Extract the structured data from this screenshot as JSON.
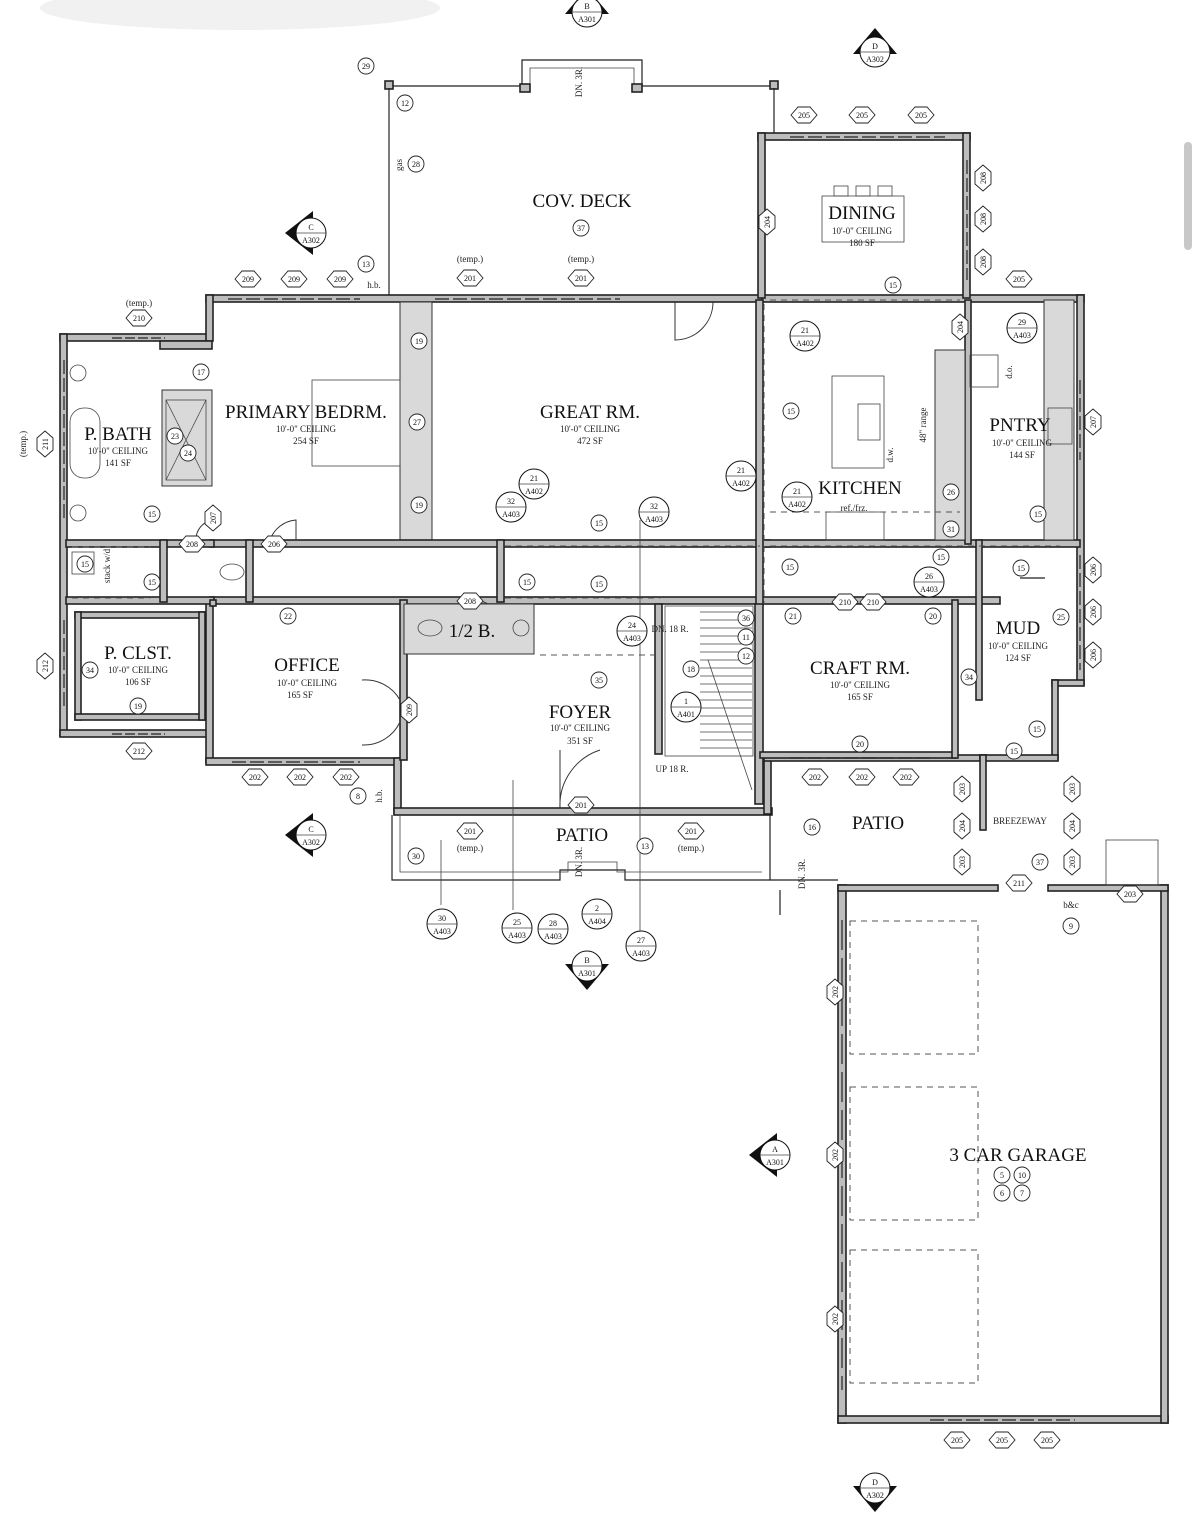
{
  "rooms": {
    "cov_deck": {
      "name": "COV. DECK",
      "tag": "37"
    },
    "dining": {
      "name": "DINING",
      "ceiling": "10'-0\" CEILING",
      "area": "180 SF"
    },
    "primary_bedrm": {
      "name": "PRIMARY BEDRM.",
      "ceiling": "10'-0\" CEILING",
      "area": "254 SF"
    },
    "great_rm": {
      "name": "GREAT RM.",
      "ceiling": "10'-0\" CEILING",
      "area": "472 SF"
    },
    "p_bath": {
      "name": "P. BATH",
      "ceiling": "10'-0\" CEILING",
      "area": "141 SF"
    },
    "kitchen": {
      "name": "KITCHEN"
    },
    "pntry": {
      "name": "PNTRY",
      "ceiling": "10'-0\" CEILING",
      "area": "144 SF"
    },
    "half_bath": {
      "name": "1/2 B."
    },
    "p_clst": {
      "name": "P. CLST.",
      "ceiling": "10'-0\" CEILING",
      "area": "106 SF"
    },
    "office": {
      "name": "OFFICE",
      "ceiling": "10'-0\" CEILING",
      "area": "165 SF"
    },
    "foyer": {
      "name": "FOYER",
      "ceiling": "10'-0\" CEILING",
      "area": "351 SF"
    },
    "craft_rm": {
      "name": "CRAFT RM.",
      "ceiling": "10'-0\" CEILING",
      "area": "165 SF"
    },
    "mud": {
      "name": "MUD",
      "ceiling": "10'-0\" CEILING",
      "area": "124 SF"
    },
    "patio_front": {
      "name": "PATIO"
    },
    "patio_side": {
      "name": "PATIO"
    },
    "breezeway": {
      "name": "BREEZEWAY"
    },
    "garage": {
      "name": "3 CAR GARAGE"
    }
  },
  "notes": {
    "dn_deck": "DN. 3R.",
    "dn_stair": "DN. 18 R.",
    "up_stair": "UP 18 R.",
    "dn_front": "DN. 3R.",
    "dn_patio": "DN. 3R.",
    "hb_top": "h.b.",
    "hb_bottom": "h.b.",
    "temp_1": "(temp.)",
    "temp_2": "(temp.)",
    "temp_3": "(temp.)",
    "temp_4": "(temp.)",
    "temp_5": "(temp.)",
    "temp_6": "(temp.)",
    "stack_wd": "stack w/d",
    "ref_frz": "ref./frz.",
    "range": "48\" range",
    "dw_kitchen": "d.w.",
    "dw_pantry": "d.o.",
    "bc": "b&c",
    "gas": "gas"
  },
  "section_marks": [
    {
      "letter": "B",
      "sheet": "A301"
    },
    {
      "letter": "D",
      "sheet": "A302"
    },
    {
      "letter": "C",
      "sheet": "A302"
    },
    {
      "letter": "C",
      "sheet": "A302"
    },
    {
      "letter": "B",
      "sheet": "A301"
    },
    {
      "letter": "A",
      "sheet": "A301"
    },
    {
      "letter": "D",
      "sheet": "A302"
    }
  ],
  "detail_marks": [
    {
      "num": "21",
      "sheet": "A402"
    },
    {
      "num": "29",
      "sheet": "A403"
    },
    {
      "num": "21",
      "sheet": "A402"
    },
    {
      "num": "32",
      "sheet": "A403"
    },
    {
      "num": "32",
      "sheet": "A403"
    },
    {
      "num": "21",
      "sheet": "A402"
    },
    {
      "num": "21",
      "sheet": "A402"
    },
    {
      "num": "26",
      "sheet": "A403"
    },
    {
      "num": "24",
      "sheet": "A403"
    },
    {
      "num": "1",
      "sheet": "A401"
    },
    {
      "num": "30",
      "sheet": "A403"
    },
    {
      "num": "25",
      "sheet": "A403"
    },
    {
      "num": "28",
      "sheet": "A403"
    },
    {
      "num": "2",
      "sheet": "A404"
    },
    {
      "num": "27",
      "sheet": "A403"
    }
  ],
  "tags": [
    "29",
    "12",
    "28",
    "13",
    "37",
    "19",
    "19",
    "27",
    "17",
    "23",
    "24",
    "15",
    "15",
    "15",
    "15",
    "15",
    "15",
    "15",
    "15",
    "15",
    "15",
    "15",
    "15",
    "15",
    "15",
    "22",
    "34",
    "19",
    "35",
    "18",
    "36",
    "11",
    "12",
    "21",
    "20",
    "20",
    "34",
    "25",
    "26",
    "31",
    "30",
    "16",
    "37",
    "9",
    "10",
    "5",
    "6",
    "7",
    "8",
    "13"
  ],
  "hex_tags": [
    "205",
    "205",
    "205",
    "208",
    "208",
    "208",
    "204",
    "209",
    "209",
    "209",
    "210",
    "211",
    "205",
    "212",
    "212",
    "202",
    "202",
    "202",
    "201",
    "201",
    "201",
    "201",
    "201",
    "207",
    "208",
    "206",
    "208",
    "209",
    "210",
    "210",
    "202",
    "202",
    "202",
    "203",
    "204",
    "203",
    "203",
    "204",
    "203",
    "211",
    "203",
    "206",
    "206",
    "206",
    "207",
    "202",
    "202",
    "202",
    "205",
    "205",
    "205",
    "204"
  ]
}
